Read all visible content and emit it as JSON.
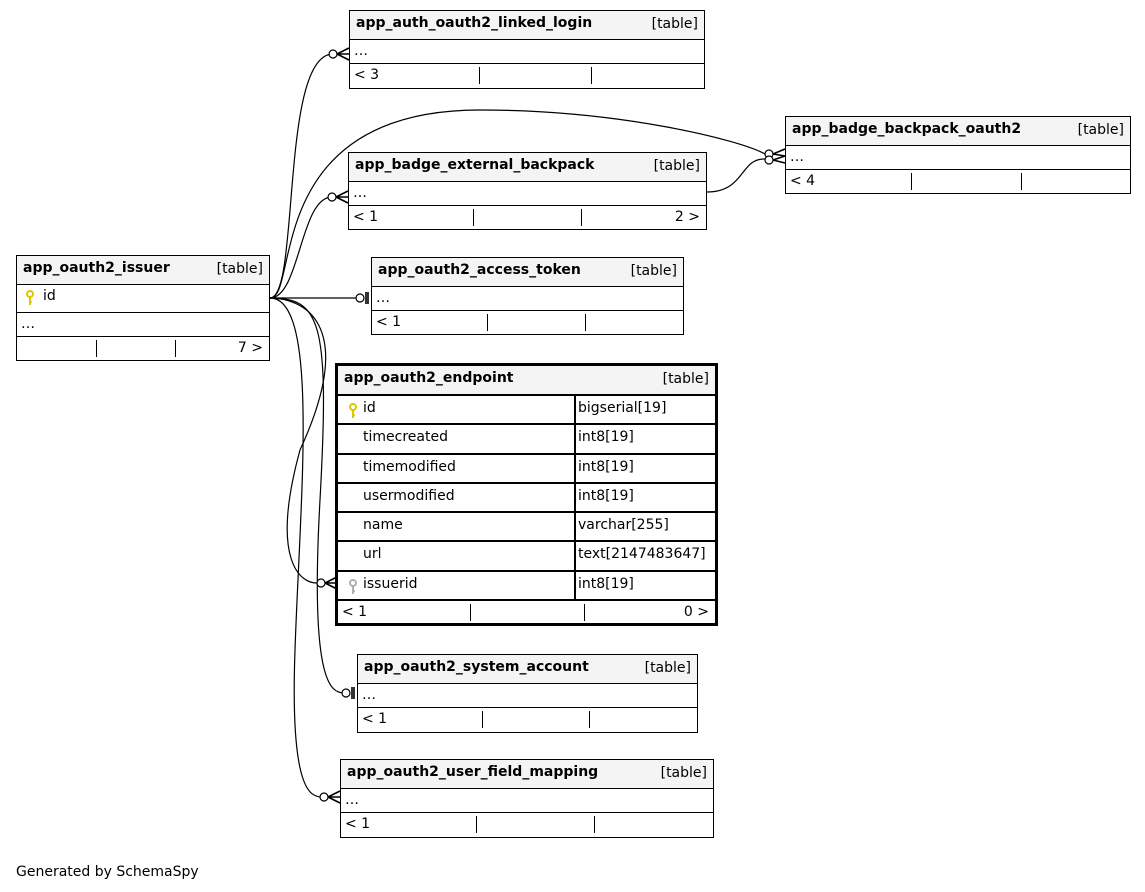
{
  "diagram": {
    "caption": "Generated by SchemaSpy",
    "table_kind": "[table]",
    "ellipsis": "…",
    "key_color": "#e0c400",
    "fk_key_color": "#b0b0b0",
    "tables": {
      "issuer": {
        "name": "app_oauth2_issuer",
        "pk": "id",
        "footer_left": "",
        "footer_right": "7 >"
      },
      "linked_login": {
        "name": "app_auth_oauth2_linked_login",
        "footer_left": "< 3",
        "footer_right": ""
      },
      "badge_backpack_oauth2": {
        "name": "app_badge_backpack_oauth2",
        "footer_left": "< 4",
        "footer_right": ""
      },
      "badge_external_backpack": {
        "name": "app_badge_external_backpack",
        "footer_left": "< 1",
        "footer_right": "2 >"
      },
      "access_token": {
        "name": "app_oauth2_access_token",
        "footer_left": "< 1",
        "footer_right": ""
      },
      "endpoint": {
        "name": "app_oauth2_endpoint",
        "columns": [
          {
            "name": "id",
            "type": "bigserial[19]",
            "key": "pk"
          },
          {
            "name": "timecreated",
            "type": "int8[19]",
            "key": ""
          },
          {
            "name": "timemodified",
            "type": "int8[19]",
            "key": ""
          },
          {
            "name": "usermodified",
            "type": "int8[19]",
            "key": ""
          },
          {
            "name": "name",
            "type": "varchar[255]",
            "key": ""
          },
          {
            "name": "url",
            "type": "text[2147483647]",
            "key": ""
          },
          {
            "name": "issuerid",
            "type": "int8[19]",
            "key": "fk"
          }
        ],
        "footer_left": "< 1",
        "footer_right": "0 >"
      },
      "system_account": {
        "name": "app_oauth2_system_account",
        "footer_left": "< 1",
        "footer_right": ""
      },
      "user_field_mapping": {
        "name": "app_oauth2_user_field_mapping",
        "footer_left": "< 1",
        "footer_right": ""
      }
    }
  }
}
